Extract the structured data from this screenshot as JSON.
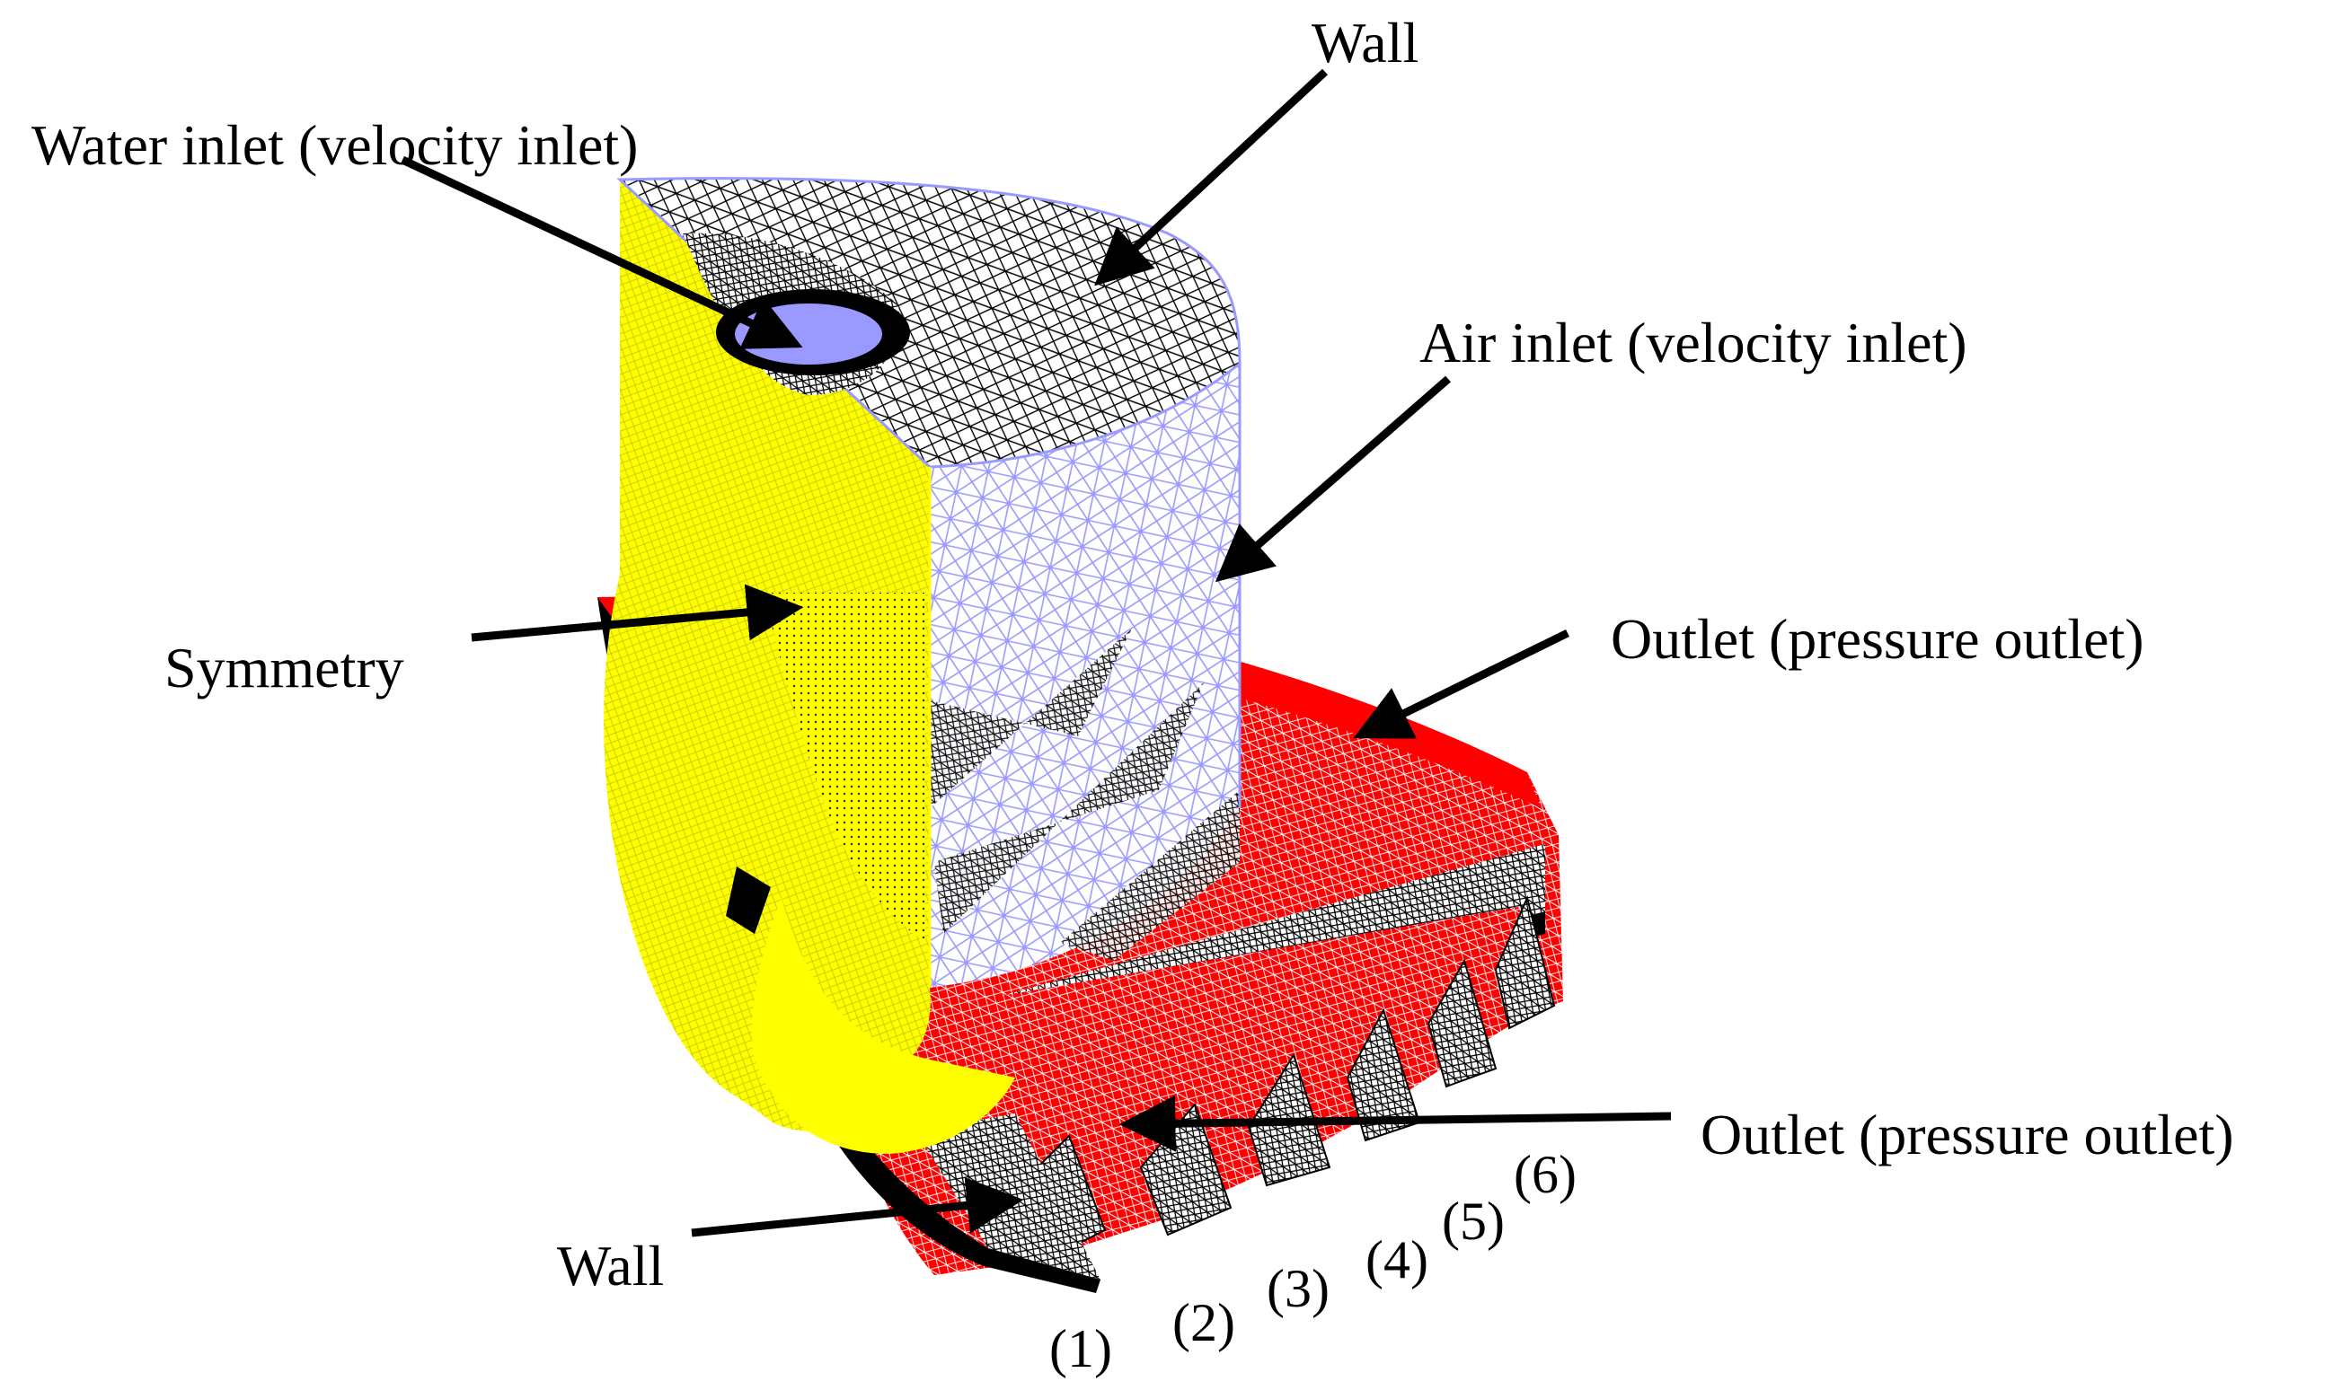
{
  "colors": {
    "symmetry": "#ffff00",
    "outlet": "#ff0000",
    "air_inlet": "#9999ff",
    "water_inlet": "#9999ff",
    "wall": "#000000",
    "arrow": "#000000"
  },
  "labels": {
    "wall_top": "Wall",
    "water_inlet": "Water inlet (velocity inlet)",
    "air_inlet": "Air inlet (velocity inlet)",
    "symmetry": "Symmetry",
    "outlet_top": "Outlet (pressure outlet)",
    "outlet_bottom": "Outlet (pressure outlet)",
    "wall_bottom": "Wall"
  },
  "outlet_numbers": [
    "(1)",
    "(2)",
    "(3)",
    "(4)",
    "(5)",
    "(6)"
  ]
}
